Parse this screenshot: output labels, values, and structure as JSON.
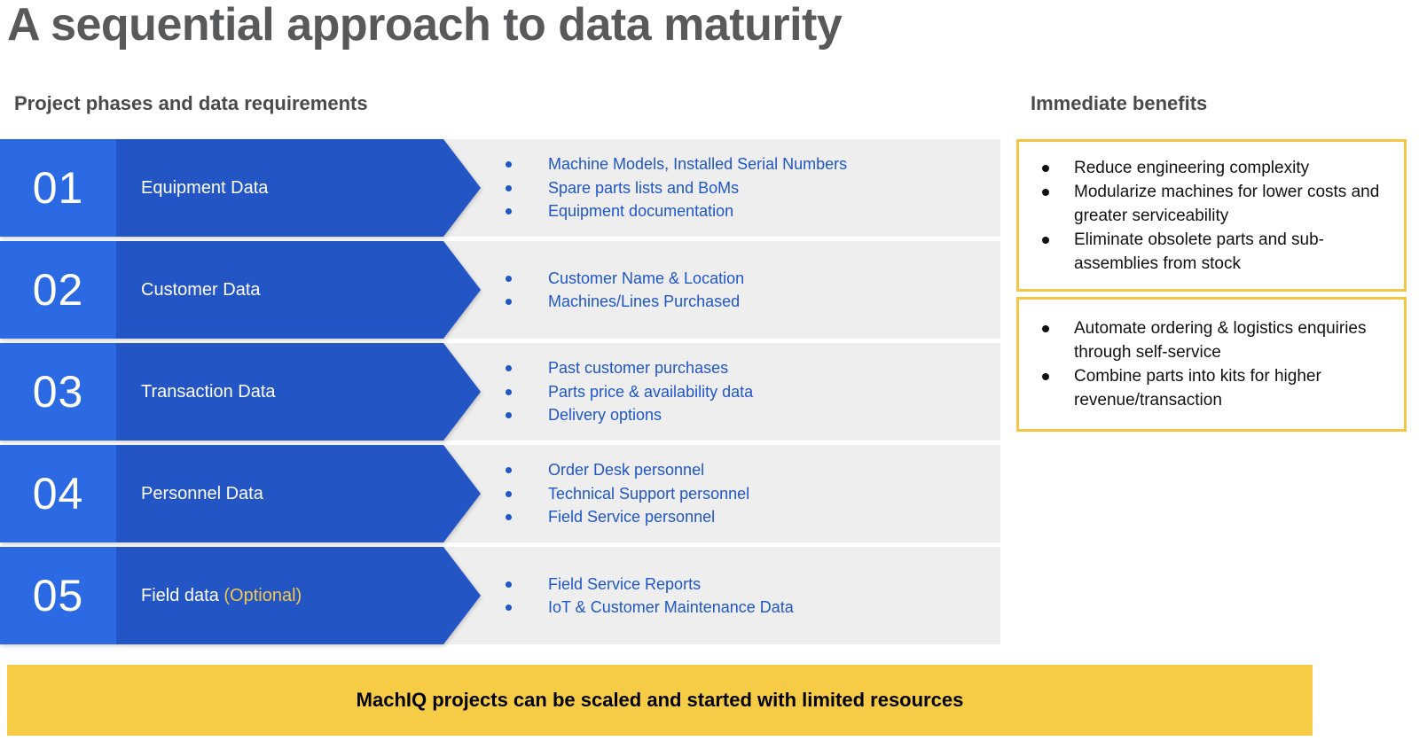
{
  "slide": {
    "title": "A sequential approach to data maturity",
    "headings": {
      "left": "Project phases and data requirements",
      "right": "Immediate benefits"
    },
    "footer_banner": "MachIQ projects can be scaled and started with limited resources"
  },
  "colors": {
    "title_gray": "#58595b",
    "arrow_number_blue": "#2b6ae3",
    "arrow_body_blue": "#2355c4",
    "bullet_blue": "#1f56c8",
    "band_gray": "#eeeeee",
    "accent_yellow": "#f5c644",
    "banner_yellow": "#f6cb45",
    "optional_yellow": "#f2c94c"
  },
  "phases": [
    {
      "number": "01",
      "label": "Equipment Data",
      "optional": false,
      "bullets": [
        "Machine Models, Installed Serial Numbers",
        "Spare parts lists and BoMs",
        "Equipment documentation"
      ]
    },
    {
      "number": "02",
      "label": "Customer Data",
      "optional": false,
      "bullets": [
        "Customer Name & Location",
        "Machines/Lines Purchased"
      ]
    },
    {
      "number": "03",
      "label": "Transaction Data",
      "optional": false,
      "bullets": [
        "Past customer purchases",
        "Parts price & availability data",
        "Delivery options"
      ]
    },
    {
      "number": "04",
      "label": "Personnel Data",
      "optional": false,
      "bullets": [
        "Order Desk personnel",
        "Technical Support personnel",
        "Field Service personnel"
      ]
    },
    {
      "number": "05",
      "label": "Field data ",
      "optional": true,
      "optional_text": "(Optional)",
      "bullets": [
        "Field Service Reports",
        "IoT & Customer Maintenance Data"
      ]
    }
  ],
  "benefits": [
    {
      "items": [
        "Reduce engineering complexity",
        "Modularize machines for lower costs and greater serviceability",
        "Eliminate obsolete parts and sub-assemblies from stock"
      ]
    },
    {
      "items": [
        "Automate ordering & logistics enquiries through self-service",
        "Combine parts into kits for higher revenue/transaction"
      ]
    }
  ]
}
